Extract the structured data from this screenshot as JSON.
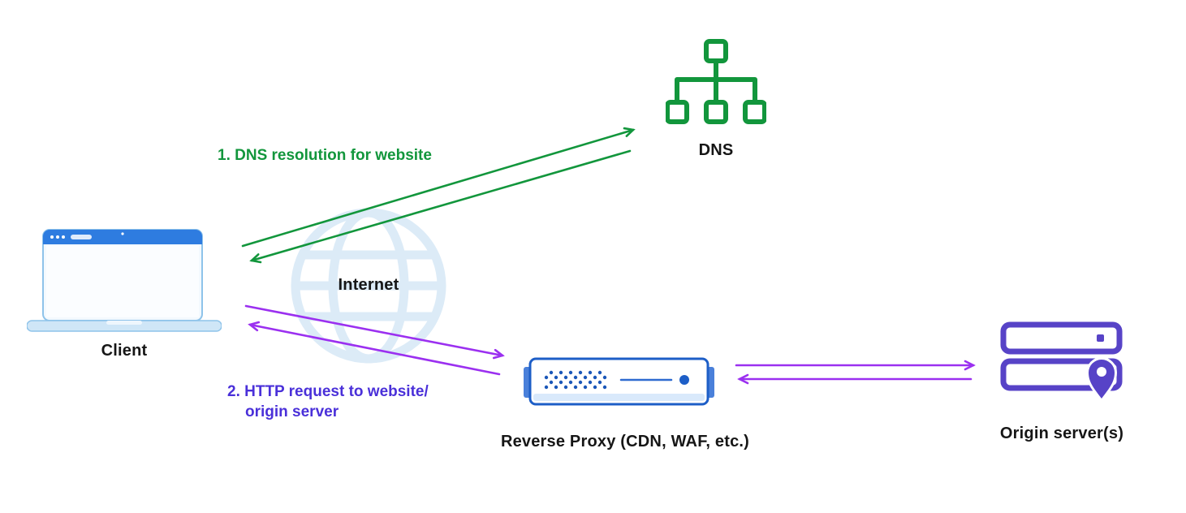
{
  "colors": {
    "green": "#12963c",
    "purple_arrow": "#9b30f0",
    "purple_text": "#4a30d9",
    "origin_purple": "#5743c7",
    "proxy_blue_border": "#1d5ec7",
    "proxy_blue_fill": "#4a80da",
    "proxy_stripe": "#d9e9fb",
    "laptop_bar_blue": "#2e7ce0",
    "laptop_body_blue": "#cfe6f7",
    "globe_blue": "#dcebf7",
    "label_dark": "#161616"
  },
  "nodes": {
    "client": {
      "label": "Client"
    },
    "internet": {
      "label": "Internet"
    },
    "dns": {
      "label": "DNS"
    },
    "reverse_proxy": {
      "label": "Reverse Proxy (CDN, WAF, etc.)"
    },
    "origin": {
      "label": "Origin server(s)"
    }
  },
  "annotations": {
    "step1": "1. DNS resolution for website",
    "step2_line1": "2. HTTP request to website/",
    "step2_line2": "origin server"
  },
  "edges": [
    {
      "from": "client",
      "to": "dns",
      "direction": "bidirectional",
      "color": "#12963c",
      "label": "1. DNS resolution for website"
    },
    {
      "from": "client",
      "to": "reverse_proxy",
      "direction": "bidirectional",
      "color": "#9b30f0",
      "label": "2. HTTP request to website/ origin server"
    },
    {
      "from": "reverse_proxy",
      "to": "origin",
      "direction": "bidirectional",
      "color": "#9b30f0",
      "label": ""
    }
  ]
}
